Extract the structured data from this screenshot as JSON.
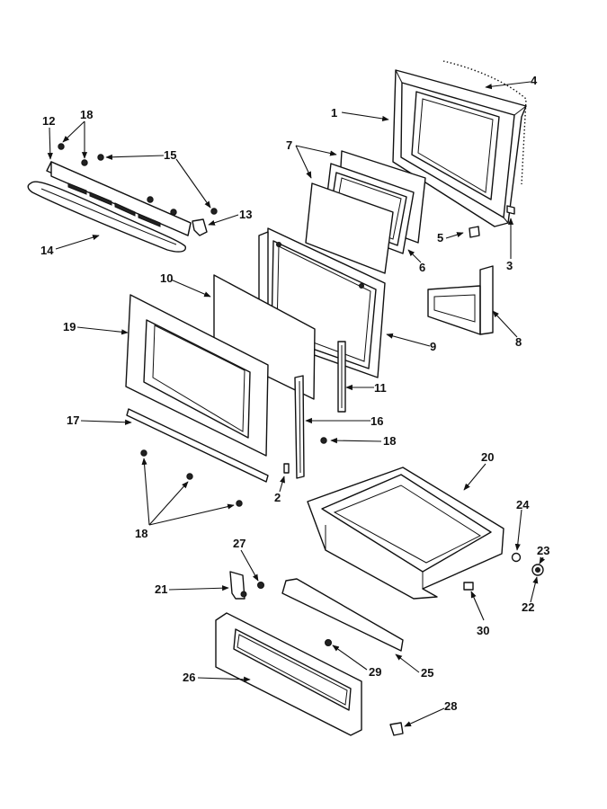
{
  "callouts": {
    "c1": "1",
    "c2": "2",
    "c3": "3",
    "c4": "4",
    "c5": "5",
    "c6": "6",
    "c7": "7",
    "c8": "8",
    "c9": "9",
    "c10": "10",
    "c11": "11",
    "c12": "12",
    "c13": "13",
    "c14": "14",
    "c15": "15",
    "c16": "16",
    "c17": "17",
    "c18a": "18",
    "c18b": "18",
    "c18c": "18",
    "c19": "19",
    "c20": "20",
    "c21": "21",
    "c22": "22",
    "c23": "23",
    "c24": "24",
    "c25": "25",
    "c26": "26",
    "c27": "27",
    "c28": "28",
    "c29": "29",
    "c30": "30"
  }
}
